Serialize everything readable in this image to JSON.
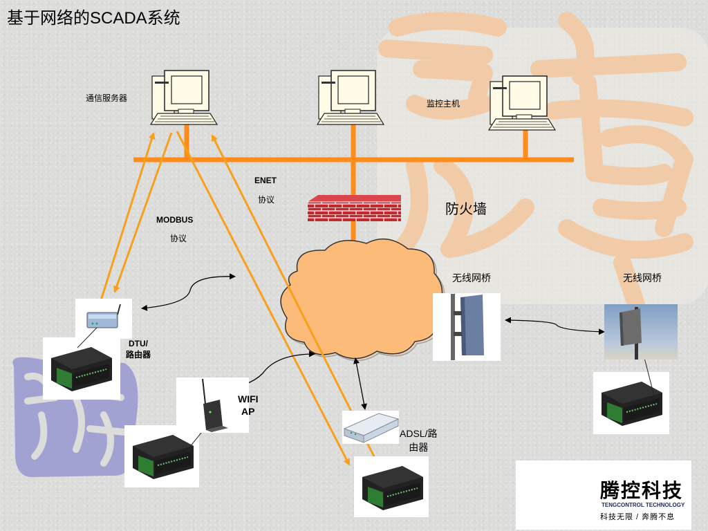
{
  "title": "基于网络的SCADA系统",
  "labels": {
    "comm_server": "通信服务器",
    "monitor_host": "监控主机",
    "enet": "ENET",
    "enet_protocol": "协议",
    "modbus": "MODBUS",
    "modbus_protocol": "协议",
    "firewall": "防火墙",
    "wireless_bridge_1": "无线网桥",
    "wireless_bridge_2": "无线网桥",
    "dtu_line1": "DTU/",
    "dtu_line2": "路由器",
    "wifi_line1": "WIFI",
    "wifi_line2": "AP",
    "adsl_line1": "ADSL/路",
    "adsl_line2": "由器"
  },
  "logo": {
    "name": "腾控科技",
    "english": "TENGCONTROL TECHNOLOGY",
    "slogan": "科技无限 / 奔腾不息"
  },
  "colors": {
    "network_bus": "#ff8c1a",
    "modbus_arrows": "#f7a01c",
    "cloud": "#fdbb7a",
    "firewall_brick": "#c0282e",
    "watermark": "#f5c9a0",
    "seal": "#9b9bd0"
  }
}
